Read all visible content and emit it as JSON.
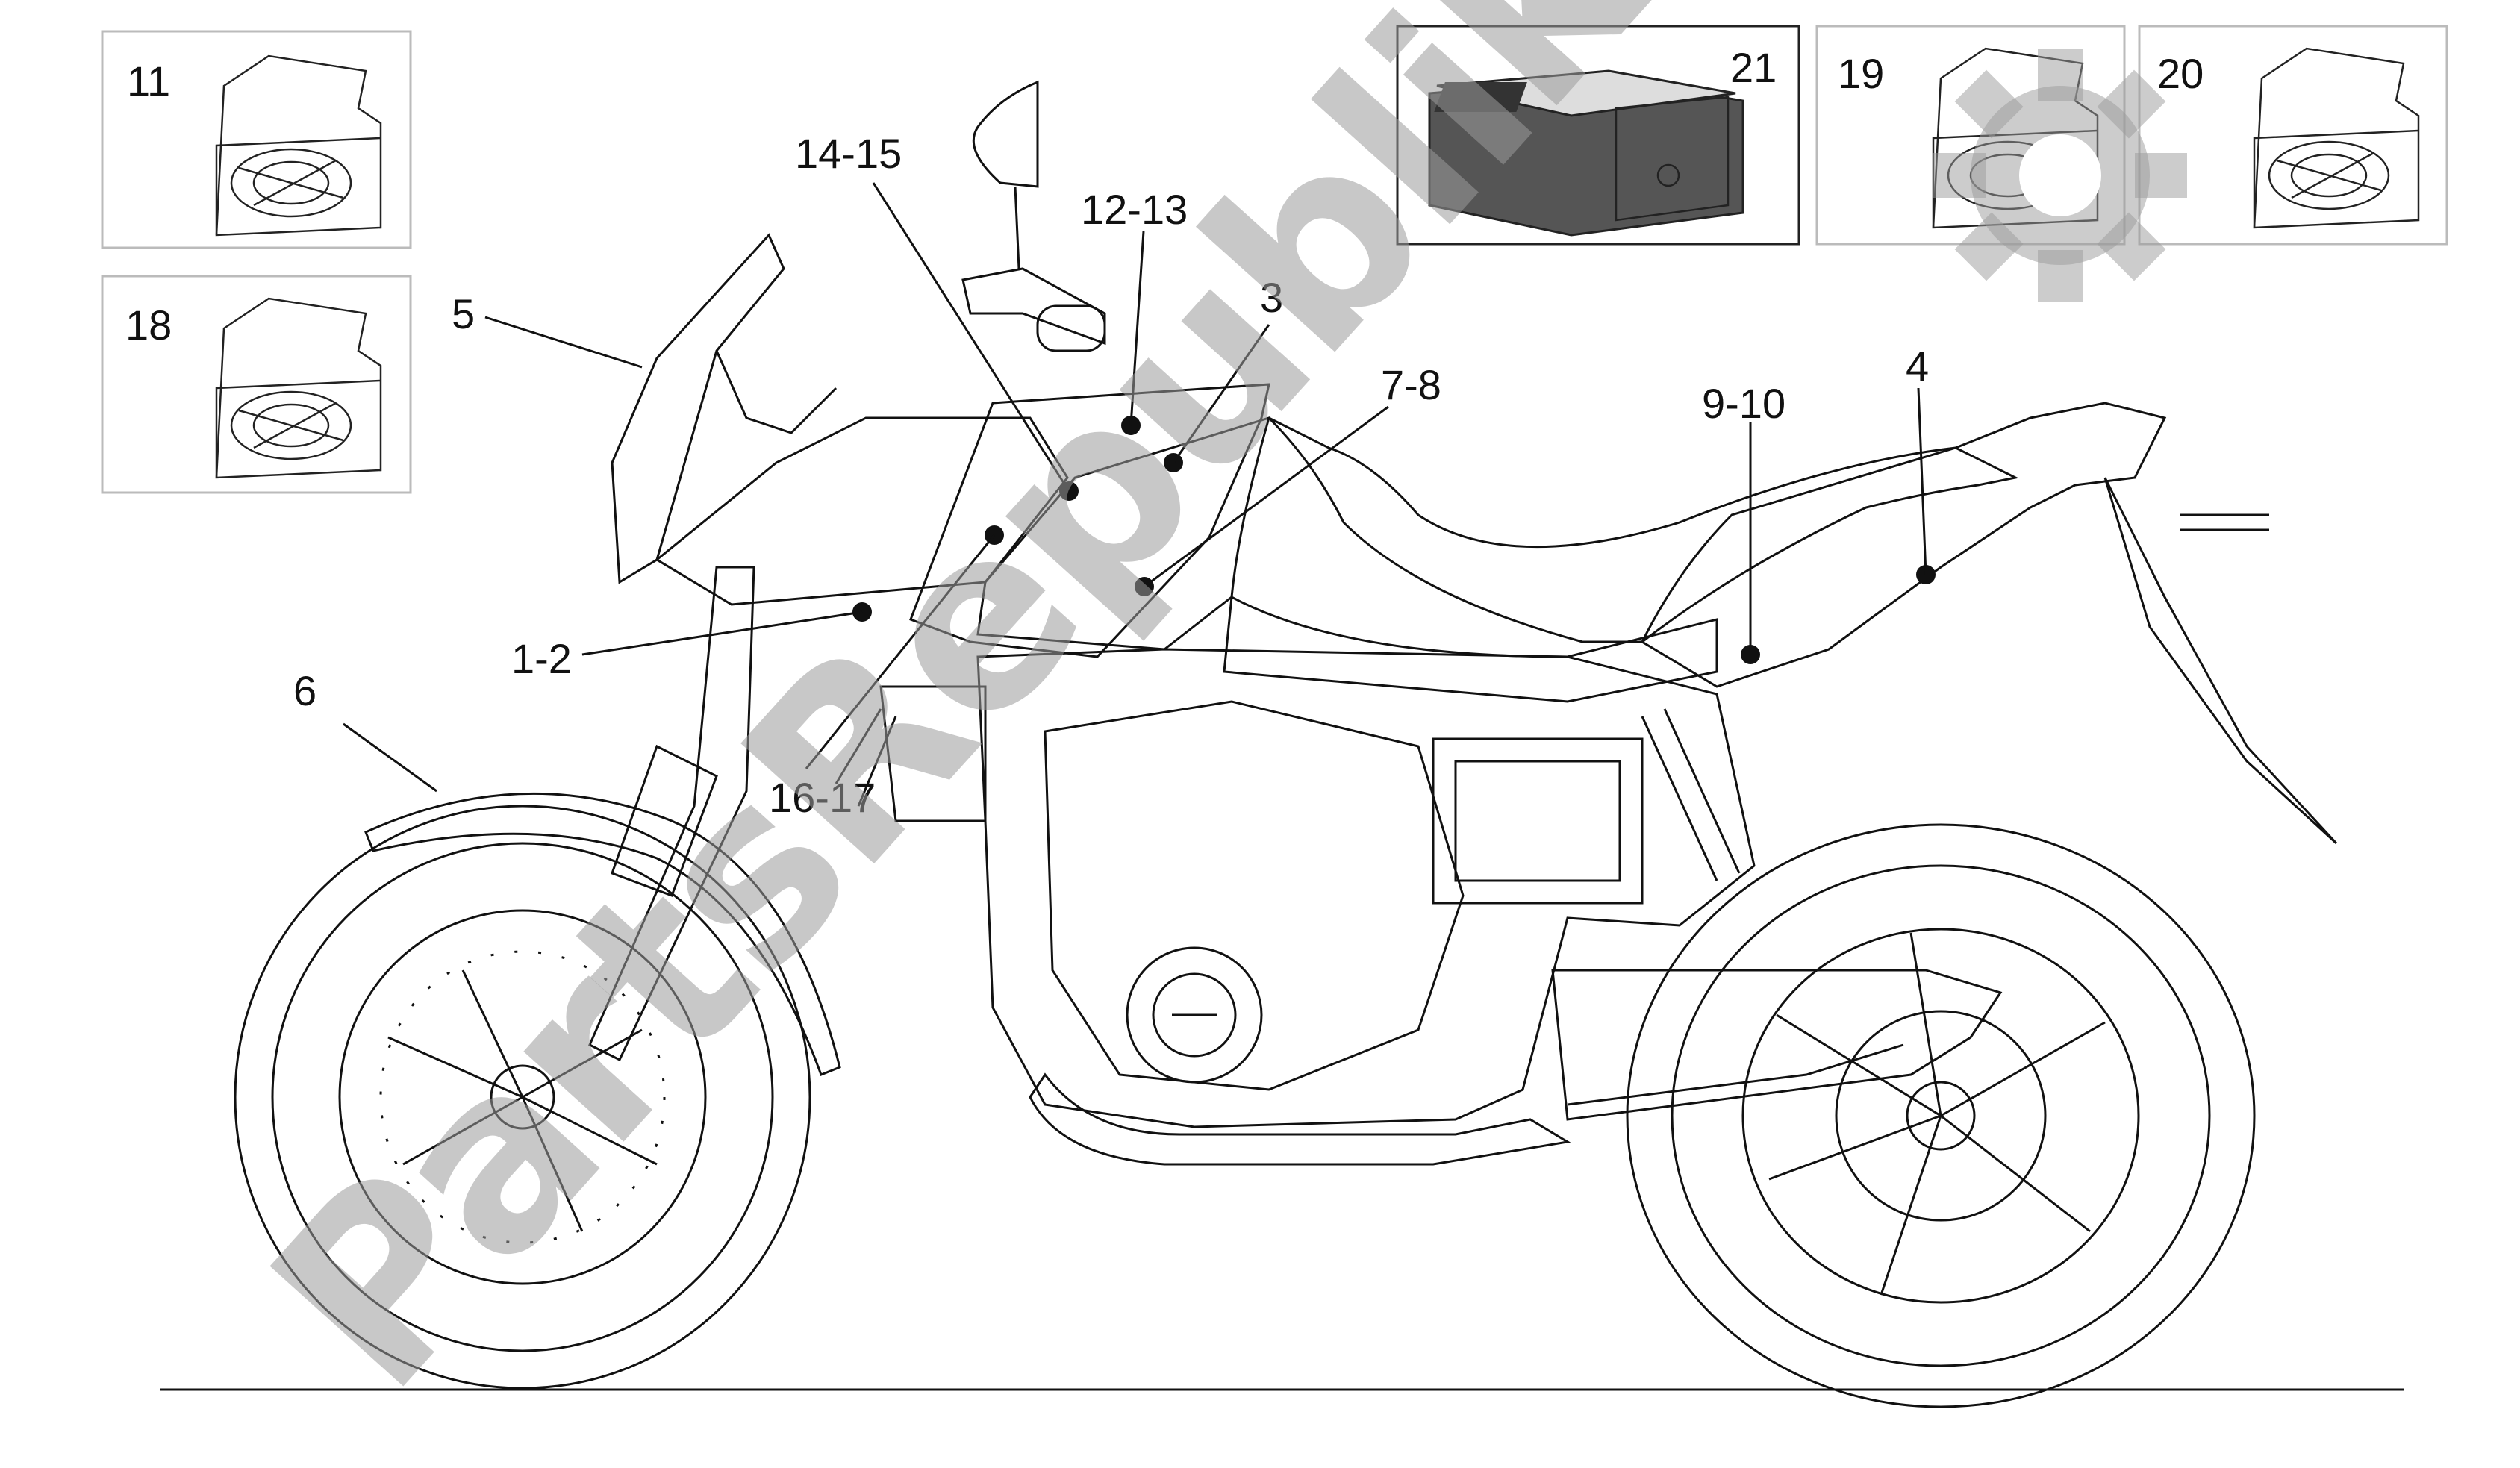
{
  "callouts": {
    "c1_2": "1-2",
    "c3": "3",
    "c4": "4",
    "c5": "5",
    "c6": "6",
    "c7_8": "7-8",
    "c9_10": "9-10",
    "c12_13": "12-13",
    "c14_15": "14-15",
    "c16_17": "16-17"
  },
  "insets": {
    "i11": "11",
    "i18": "18",
    "i19": "19",
    "i20": "20",
    "i21": "21"
  },
  "watermark": "PartsRepublik",
  "colors": {
    "line": "#111111",
    "watermark": "#9a9a9a",
    "background": "#ffffff"
  },
  "icons": {
    "decal_pack": "decal-pack-icon",
    "manual": "manual-book-icon",
    "gear": "gear-icon"
  }
}
